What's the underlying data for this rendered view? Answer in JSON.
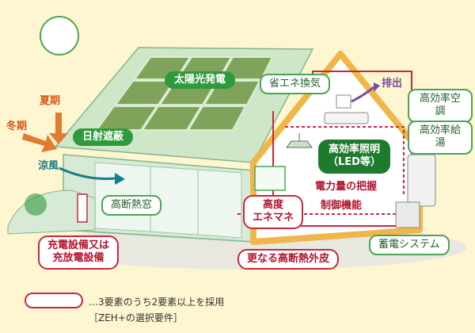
{
  "labels": {
    "solar": "太陽光発電",
    "summer": "夏期",
    "winter": "冬期",
    "shade": "日射遮蔽",
    "cool_wind": "涼風",
    "insulated_window": "高断熱窓",
    "ventilation": "省エネ換気",
    "exhaust": "排出",
    "hvac": "高効率空調",
    "water_heater": "高効率給湯",
    "lighting_line1": "高効率照明",
    "lighting_line2": "（LED等）",
    "power_monitoring": "電力量の把握",
    "control": "制御機能",
    "enemane_line1": "高度",
    "enemane_line2": "エネマネ",
    "storage": "蓄電システム",
    "charging_line1": "充電設備又は",
    "charging_line2": "充放電設備",
    "envelope": "更なる高断熱外皮"
  },
  "legend": {
    "line1": "…3要素のうち2要素以上を採用",
    "line2": "［ZEH+の選択要件］"
  },
  "colors": {
    "background": "#fdf6d0",
    "green": "#2f9a3c",
    "red": "#c8283f",
    "orange": "#d85a17",
    "house_frame": "#f1b64a"
  }
}
